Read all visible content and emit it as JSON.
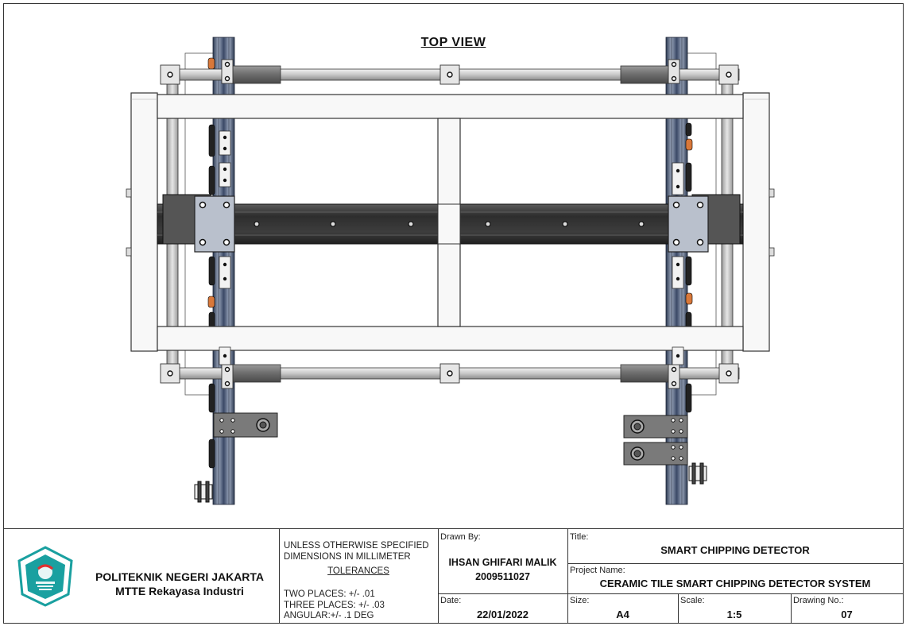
{
  "view_title": "TOP VIEW",
  "institution": {
    "name": "POLITEKNIK NEGERI JAKARTA",
    "department": "MTTE Rekayasa Industri"
  },
  "notes": {
    "line1": "UNLESS OTHERWISE SPECIFIED",
    "line2": "DIMENSIONS IN MILLIMETER",
    "tolerances_heading": "TOLERANCES",
    "two_places": "TWO PLACES: +/- .01",
    "three_places": "THREE PLACES: +/- .03",
    "angular": "ANGULAR:+/- .1 DEG"
  },
  "drawn_by": {
    "label": "Drawn By:",
    "name": "IHSAN GHIFARI MALIK",
    "id": "2009511027"
  },
  "date": {
    "label": "Date:",
    "value": "22/01/2022"
  },
  "title": {
    "label": "Title:",
    "value": "SMART CHIPPING DETECTOR"
  },
  "project": {
    "label": "Project Name:",
    "value": "CERAMIC TILE SMART CHIPPING DETECTOR SYSTEM"
  },
  "size": {
    "label": "Size:",
    "value": "A4"
  },
  "scale": {
    "label": "Scale:",
    "value": "1:5"
  },
  "drawing_no": {
    "label": "Drawing No.:",
    "value": "07"
  },
  "colors": {
    "frame_fill": "#f7f7f7",
    "rail_dark": "#3a3a3a",
    "profile_blue": "#4a5a75",
    "rod_fill": "#d6d6d6",
    "roller_orange": "#d9783a",
    "logo_teal": "#1aa0a0"
  }
}
